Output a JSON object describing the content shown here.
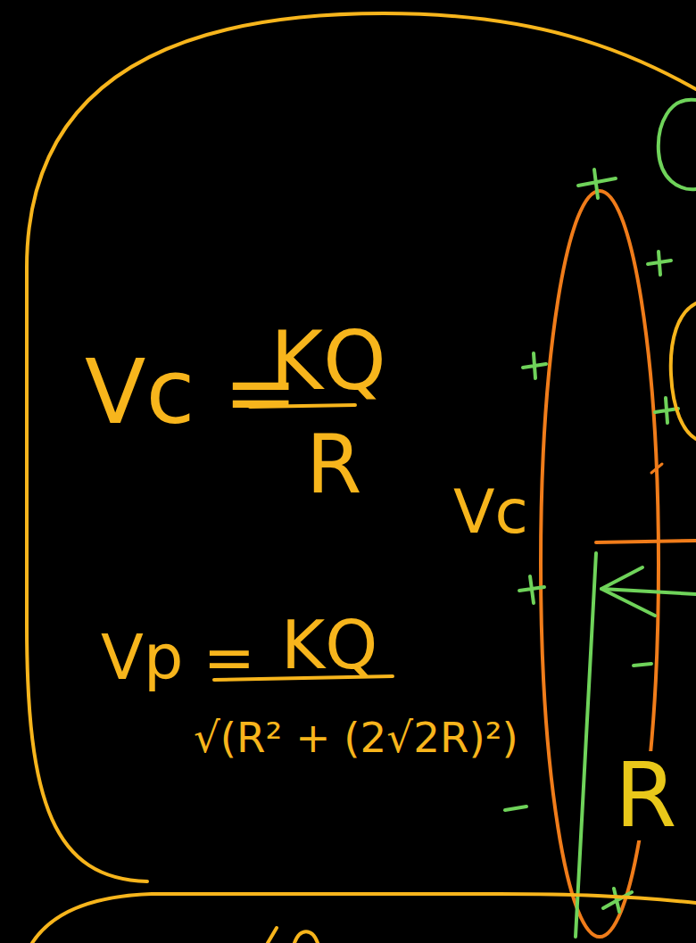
{
  "diagram": {
    "nodes": [
      {
        "text": [
          "Vc =",
          "KQ",
          "R",
          "Vp =",
          "KQ",
          "√(R² + (2√2R)²)"
        ]
      }
    ],
    "labels": [
      "Vc",
      "R"
    ]
  }
}
